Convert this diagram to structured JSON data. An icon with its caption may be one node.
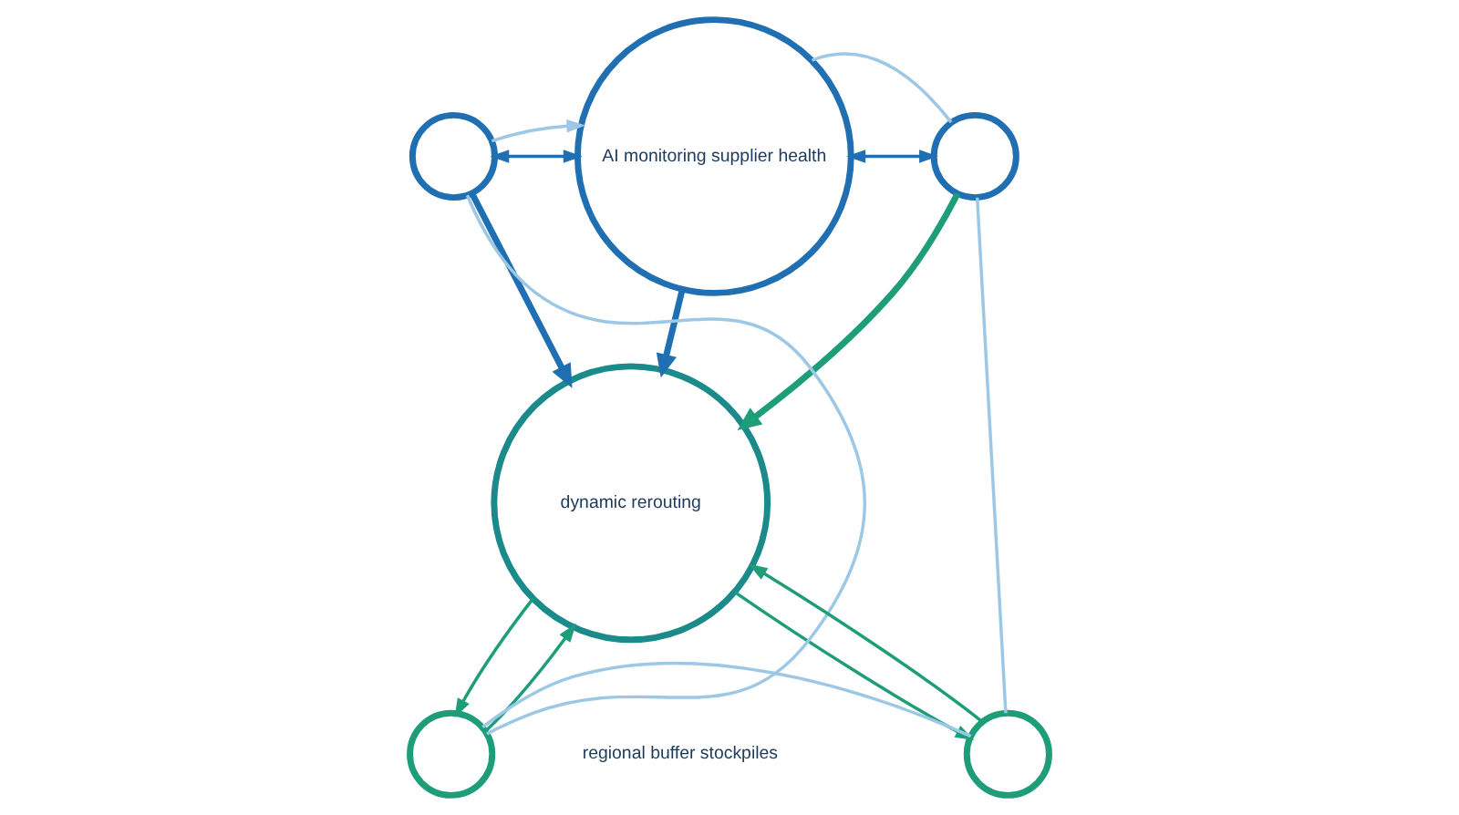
{
  "diagram": {
    "nodes": [
      {
        "text": [
          "AI monitoring supplier health"
        ]
      },
      {
        "text": [],
        "shape": "circle"
      },
      {
        "text": [],
        "shape": "circle"
      },
      {
        "text": [
          "dynamic rerouting"
        ]
      },
      {
        "text": [],
        "shape": "circle"
      },
      {
        "text": [],
        "shape": "circle"
      }
    ],
    "edges": [
      {
        "from": 0,
        "to": 1,
        "arrow": "both"
      },
      {
        "from": 0,
        "to": 2,
        "arrow": "both"
      },
      {
        "from": 1,
        "to": 3,
        "arrow": "to",
        "style": "thick"
      },
      {
        "from": 0,
        "to": 3,
        "arrow": "to",
        "style": "thick"
      },
      {
        "from": 2,
        "to": 3,
        "arrow": "to",
        "style": "thick",
        "color": "#1e9e78"
      },
      {
        "from": 3,
        "to": 4,
        "arrow": "to",
        "color": "#1e9e78"
      },
      {
        "from": 4,
        "to": 3,
        "arrow": "to",
        "color": "#1e9e78"
      },
      {
        "from": 5,
        "to": 3,
        "arrow": "to",
        "color": "#1e9e78"
      },
      {
        "from": 3,
        "to": 5,
        "arrow": "to",
        "color": "#1e9e78"
      },
      {
        "from": 4,
        "to": 1,
        "arrow": "none",
        "color": "#9cc8e6"
      },
      {
        "from": 1,
        "to": 0,
        "arrow": "to",
        "color": "#9cc8e6"
      },
      {
        "from": 0,
        "to": 2,
        "arrow": "none",
        "color": "#9cc8e6"
      },
      {
        "from": 2,
        "to": 5,
        "arrow": "none",
        "color": "#9cc8e6"
      },
      {
        "from": 5,
        "to": 4,
        "arrow": "none",
        "color": "#9cc8e6"
      }
    ],
    "labels": [
      "regional buffer stockpiles"
    ]
  }
}
